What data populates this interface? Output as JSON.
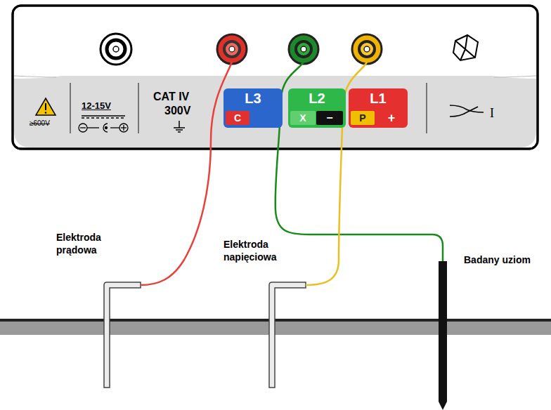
{
  "diagram": {
    "nodes": [
      {
        "text": [
          "L3"
        ]
      },
      {
        "text": [
          "C"
        ],
        "in": 0
      },
      {
        "text": [
          "L2"
        ]
      },
      {
        "text": [
          "X"
        ],
        "in": 2
      },
      {
        "text": [
          "−"
        ],
        "in": 2
      },
      {
        "text": [
          "L1"
        ]
      },
      {
        "text": [
          "P"
        ],
        "in": 5
      },
      {
        "text": [
          "+"
        ],
        "in": 5
      }
    ],
    "labels": [
      "≥600V",
      "12-15V",
      "CAT IV",
      "300V",
      "I",
      "Elektroda prądowa",
      "Elektroda napięciowa",
      "Badany uziom"
    ]
  }
}
